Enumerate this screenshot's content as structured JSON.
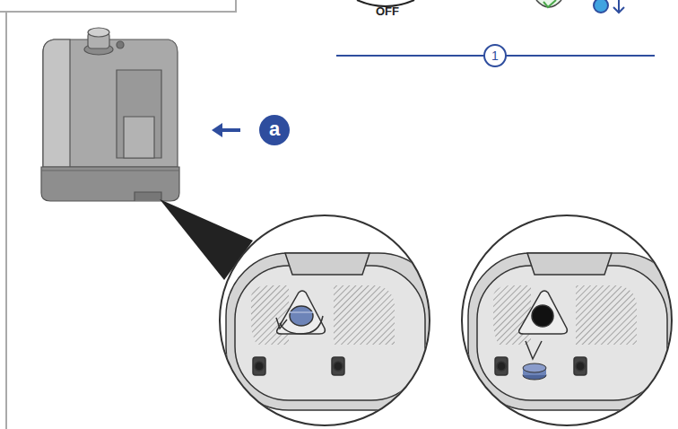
{
  "diagram": {
    "labels": [
      "OFF",
      "1",
      "a"
    ]
  }
}
